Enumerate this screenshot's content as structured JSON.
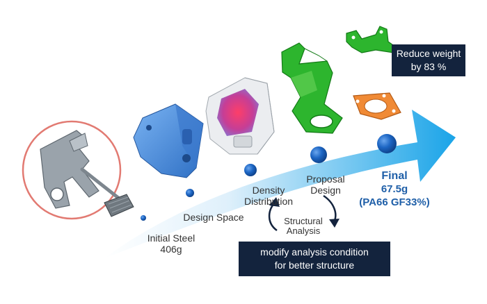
{
  "stages": [
    {
      "label": "Initial Steel",
      "value": "406g"
    },
    {
      "label": "Design Space"
    },
    {
      "label_line1": "Density",
      "label_line2": "Distribution"
    },
    {
      "label_line1": "Proposal",
      "label_line2": "Design"
    }
  ],
  "final": {
    "title": "Final",
    "weight": "67.5g",
    "material": "(PA66 GF33%)"
  },
  "structural_analysis": {
    "line1": "Structural",
    "line2": "Analysis"
  },
  "modify_box": {
    "line1": "modify analysis condition",
    "line2": "for better structure"
  },
  "reduce_box": {
    "line1": "Reduce weight",
    "line2": "by 83 %"
  },
  "colors": {
    "arrow_light": "#e8f4fc",
    "arrow_dark": "#1aa4e8",
    "dot": "#1d66c4",
    "dark_box": "#13233d",
    "final_text": "#1f5fa8",
    "steel_circle": "#e27a72",
    "design_space_part": "#4f8fdc",
    "proposal_part": "#2db52e",
    "plate_part": "#f08a35"
  }
}
